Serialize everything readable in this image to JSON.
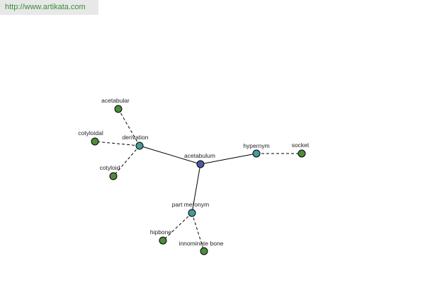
{
  "source_url": "http://www.artikata.com",
  "colors": {
    "center": "#4a5aa8",
    "relation": "#4a9a9a",
    "leaf": "#4e8c3c"
  },
  "nodes": [
    {
      "id": "acetabulum",
      "label": "acetabulum",
      "kind": "center"
    },
    {
      "id": "derivation",
      "label": "derivation",
      "kind": "relation"
    },
    {
      "id": "hypernym",
      "label": "hypernym",
      "kind": "relation"
    },
    {
      "id": "part_meronym",
      "label": "part meronym",
      "kind": "relation"
    },
    {
      "id": "acetabular",
      "label": "acetabular",
      "kind": "leaf"
    },
    {
      "id": "cotyloidal",
      "label": "cotyloidal",
      "kind": "leaf"
    },
    {
      "id": "cotyloid",
      "label": "cotyloid",
      "kind": "leaf"
    },
    {
      "id": "socket",
      "label": "socket",
      "kind": "leaf"
    },
    {
      "id": "hipbone",
      "label": "hipbone",
      "kind": "leaf"
    },
    {
      "id": "innominate_bone",
      "label": "innominate bone",
      "kind": "leaf"
    }
  ],
  "edges": [
    {
      "from": "acetabulum",
      "to": "derivation",
      "style": "solid"
    },
    {
      "from": "acetabulum",
      "to": "hypernym",
      "style": "solid"
    },
    {
      "from": "acetabulum",
      "to": "part_meronym",
      "style": "solid"
    },
    {
      "from": "derivation",
      "to": "acetabular",
      "style": "dashed"
    },
    {
      "from": "derivation",
      "to": "cotyloidal",
      "style": "dashed"
    },
    {
      "from": "derivation",
      "to": "cotyloid",
      "style": "dashed"
    },
    {
      "from": "hypernym",
      "to": "socket",
      "style": "dashed"
    },
    {
      "from": "part_meronym",
      "to": "hipbone",
      "style": "dashed"
    },
    {
      "from": "part_meronym",
      "to": "innominate_bone",
      "style": "dashed"
    }
  ]
}
